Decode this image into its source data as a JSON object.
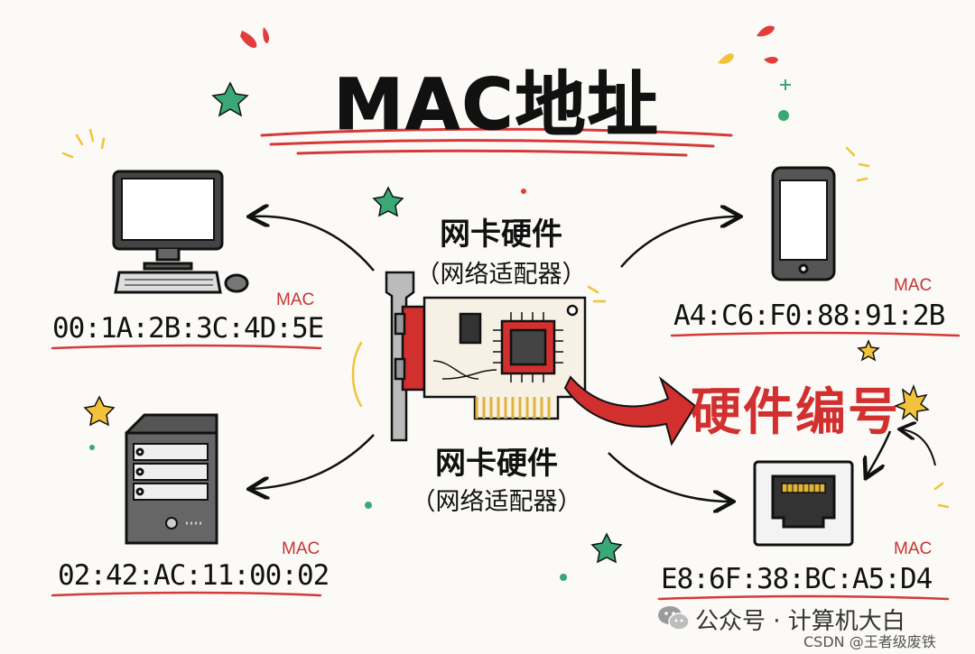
{
  "title": "MAC地址",
  "nic_label": {
    "main": "网卡硬件",
    "sub": "（网络适配器）"
  },
  "nic_label_lower": {
    "main": "网卡硬件",
    "sub": "（网络适配器）"
  },
  "center_callout": "硬件编号",
  "devices": [
    {
      "name": "desktop-computer",
      "tag": "MAC",
      "address": "00:1A:2B:3C:4D:5E"
    },
    {
      "name": "smartphone",
      "tag": "MAC",
      "address": "A4:C6:F0:88:91:2B"
    },
    {
      "name": "server",
      "tag": "MAC",
      "address": "02:42:AC:11:00:02"
    },
    {
      "name": "ethernet-port",
      "tag": "MAC",
      "address": "E8:6F:38:BC:A5:D4"
    }
  ],
  "footer": {
    "channel": "公众号 · 计算机大白",
    "watermark": "CSDN @王者级废铁"
  },
  "colors": {
    "accent_red": "#d22f2f",
    "ink": "#111111",
    "green": "#3aa876",
    "yellow": "#f2c33a"
  }
}
